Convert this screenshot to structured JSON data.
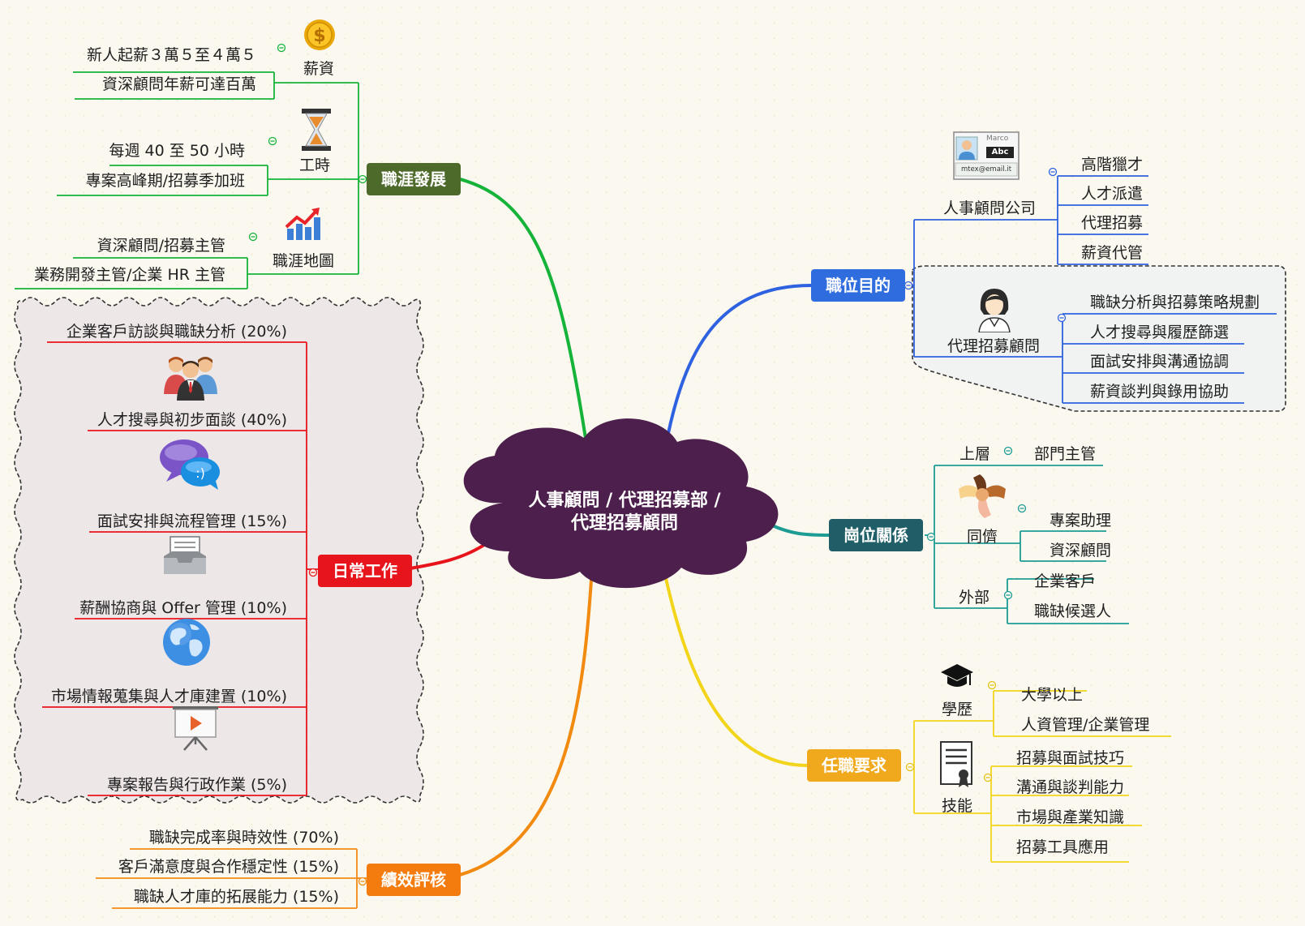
{
  "center": {
    "line1": "人事顧問 / 代理招募部 /",
    "line2": "代理招募顧問"
  },
  "career": {
    "label": "職涯發展",
    "salary": {
      "label": "薪資",
      "items": [
        "新人起薪３萬５至４萬５",
        "資深顧問年薪可達百萬"
      ]
    },
    "hours": {
      "label": "工時",
      "items": [
        "每週 40 至 50 小時",
        "專案高峰期/招募季加班"
      ]
    },
    "path": {
      "label": "職涯地圖",
      "items": [
        "資深顧問/招募主管",
        "業務開發主管/企業 HR 主管"
      ]
    }
  },
  "daily": {
    "label": "日常工作",
    "items": [
      "企業客戶訪談與職缺分析 (20%)",
      "人才搜尋與初步面談 (40%)",
      "面試安排與流程管理 (15%)",
      "薪酬協商與 Offer 管理 (10%)",
      "市場情報蒐集與人才庫建置 (10%)",
      "專案報告與行政作業 (5%)"
    ]
  },
  "perf": {
    "label": "績效評核",
    "items": [
      "職缺完成率與時效性 (70%)",
      "客戶滿意度與合作穩定性 (15%)",
      "職缺人才庫的拓展能力 (15%)"
    ]
  },
  "purpose": {
    "label": "職位目的",
    "company": {
      "label": "人事顧問公司",
      "items": [
        "高階獵才",
        "人才派遣",
        "代理招募",
        "薪資代管"
      ],
      "card": {
        "name": "Marco",
        "badge": "Abc",
        "email": "mtex@email.it"
      }
    },
    "agent": {
      "label": "代理招募顧問",
      "items": [
        "職缺分析與招募策略規劃",
        "人才搜尋與履歷篩選",
        "面試安排與溝通協調",
        "薪資談判與錄用協助"
      ]
    }
  },
  "relation": {
    "label": "崗位關係",
    "upper": {
      "label": "上層",
      "items": [
        "部門主管"
      ]
    },
    "peer": {
      "label": "同儕",
      "items": [
        "專案助理",
        "資深顧問"
      ]
    },
    "external": {
      "label": "外部",
      "items": [
        "企業客戶",
        "職缺候選人"
      ]
    }
  },
  "require": {
    "label": "任職要求",
    "edu": {
      "label": "學歷",
      "items": [
        "大學以上",
        "人資管理/企業管理"
      ]
    },
    "skill": {
      "label": "技能",
      "items": [
        "招募與面試技巧",
        "溝通與談判能力",
        "市場與產業知識",
        "招募工具應用"
      ]
    }
  },
  "colors": {
    "career": "#4d6a2a",
    "daily": "#e8141b",
    "perf": "#f47c0f",
    "purpose": "#2f6ddf",
    "relation": "#1f5e66",
    "require": "#f0a81c",
    "center": "#4d1f4c"
  }
}
